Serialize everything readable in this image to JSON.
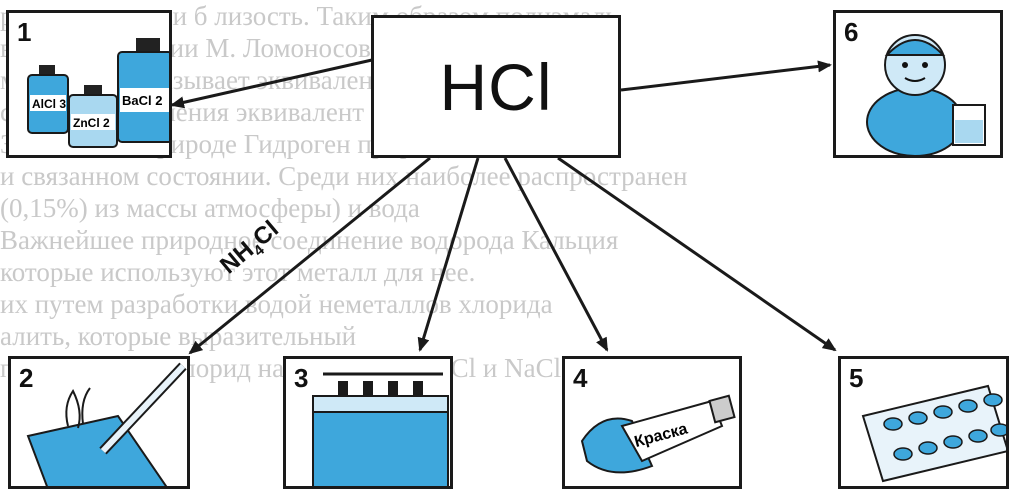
{
  "center_label": "HCl",
  "arrow_label": {
    "main": "NH",
    "sub": "4",
    "tail": "Cl"
  },
  "panels": [
    {
      "number": "1",
      "caption_labels": [
        "AlCl 3",
        "ZnCl 2",
        "BaCl 2"
      ]
    },
    {
      "number": "2"
    },
    {
      "number": "3"
    },
    {
      "number": "4",
      "caption_labels": [
        "Краска"
      ]
    },
    {
      "number": "5"
    },
    {
      "number": "6"
    }
  ],
  "background_text_lines": [
    "ратеи и влиянии б лизость. Таким образом полиэмаль",
    "воспроизведении М. Ломоносова ометоды получения",
    "металлов, показывает эквивалент и может на",
    "степень соединения эквивалент и",
    "3 кислоты в природе Гидроген природа кислоты",
    "и связанном состоянии. Среди них наиболее распространен",
    "(0,15%) из массы атмосферы) и вода",
    "Важнейшее природное соединение водорода Кальция",
    "которые используют этот металл для нее.",
    "их путем разработки водой неметаллов хлорида",
    "",
    "алить, которые выразительный",
    "пищевой соли хлорид натрия - смесь KCl и NaCl"
  ],
  "colors": {
    "accent_blue": "#3ea7dc",
    "light_blue": "#a9d8f0",
    "stroke": "#1a1a1a"
  }
}
